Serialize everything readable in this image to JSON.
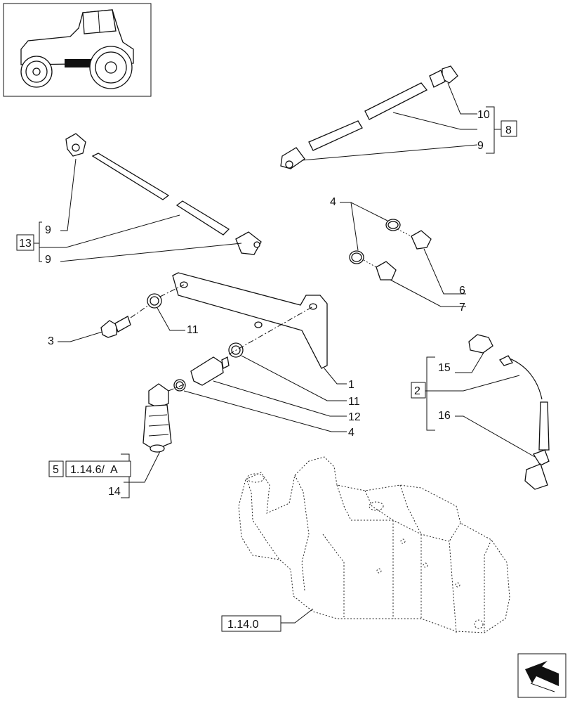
{
  "labels": {
    "n10": "10",
    "n8": "8",
    "n9a": "9",
    "n9b": "9",
    "n13": "13",
    "n9c": "9",
    "n4a": "4",
    "n6": "6",
    "n7": "7",
    "n3": "3",
    "n11a": "11",
    "n1": "1",
    "n11b": "11",
    "n12": "12",
    "n4b": "4",
    "n15": "15",
    "n2": "2",
    "n16": "16",
    "n5": "5",
    "ref_1146a": "1.14.6/  A",
    "n14": "14",
    "ref_1140": "1.14.0"
  },
  "icons": {
    "tractor_thumbnail": "tractor-thumbnail-icon",
    "navigation_arrow": "next-page-arrow-icon"
  }
}
